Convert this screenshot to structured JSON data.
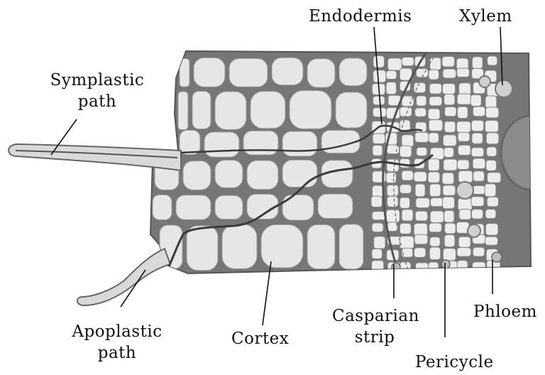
{
  "diagram": {
    "labels": {
      "endodermis": "Endodermis",
      "xylem": "Xylem",
      "symplastic_line1": "Symplastic",
      "symplastic_line2": "path",
      "apoplastic_line1": "Apoplastic",
      "apoplastic_line2": "path",
      "cortex": "Cortex",
      "casparian_line1": "Casparian",
      "casparian_line2": "strip",
      "pericycle": "Pericycle",
      "phloem": "Phloem"
    },
    "colors": {
      "cell_fill": "#e6e6e6",
      "cell_wall": "#707070",
      "path_line": "#3a3a3a",
      "vessel": "#8c8c8c",
      "text": "#111111"
    }
  }
}
